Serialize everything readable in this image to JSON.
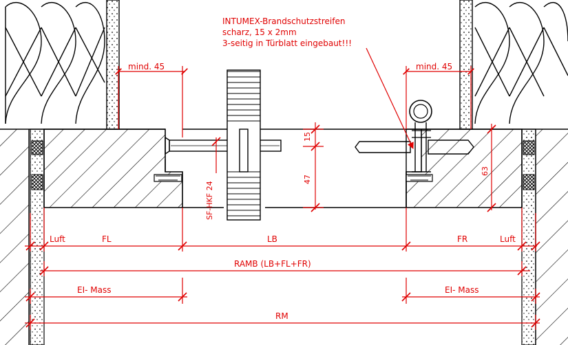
{
  "note_lines": [
    "INTUMEX-Brandschutzstreifen",
    "scharz, 15 x 2mm",
    "3-seitig in Türblatt eingebaut!!!"
  ],
  "labels": {
    "mind_left": "mind. 45",
    "mind_right": "mind. 45",
    "dim_15": "15",
    "dim_47": "47",
    "dim_63": "63",
    "hinge": "SF-HKF 24",
    "luft_left": "Luft",
    "fl": "FL",
    "lb": "LB",
    "fr": "FR",
    "luft_right": "Luft",
    "ramb": "RAMB (LB+FL+FR)",
    "ei_left": "EI- Mass",
    "ei_right": "EI- Mass",
    "rm": "RM"
  },
  "colors": {
    "dimension": "#e00000",
    "line": "#000000"
  }
}
